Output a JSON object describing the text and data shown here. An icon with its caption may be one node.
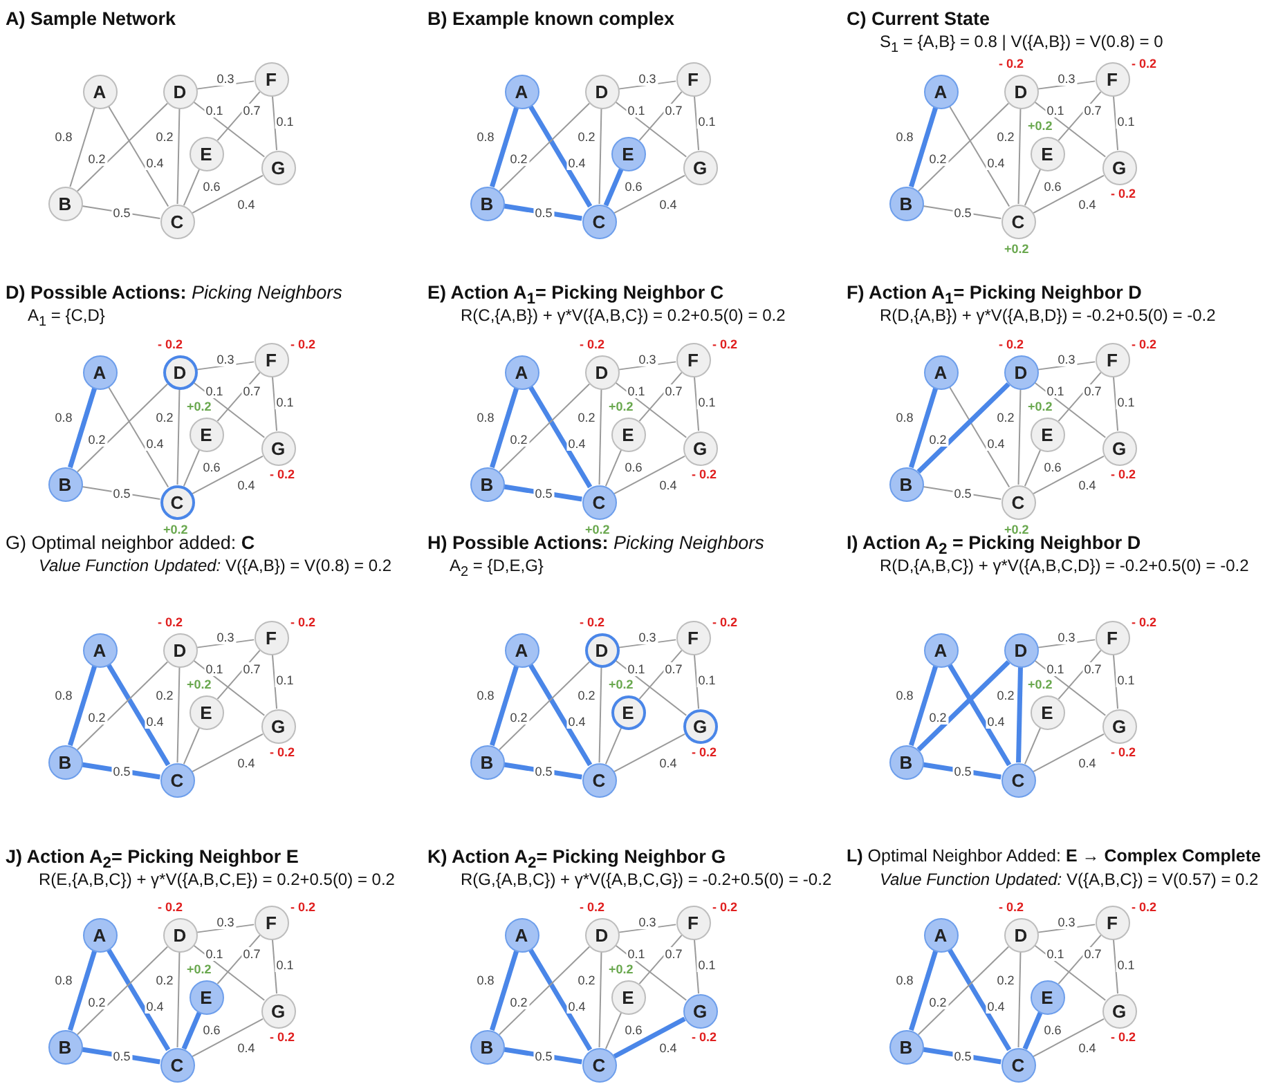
{
  "diagram": {
    "nodes": [
      {
        "text": [
          "A"
        ]
      },
      {
        "text": [
          "B"
        ]
      },
      {
        "text": [
          "C"
        ]
      },
      {
        "text": [
          "D"
        ]
      },
      {
        "text": [
          "E"
        ]
      },
      {
        "text": [
          "F"
        ]
      },
      {
        "text": [
          "G"
        ]
      },
      {
        "text": [
          "A"
        ]
      },
      {
        "text": [
          "B"
        ]
      },
      {
        "text": [
          "C"
        ]
      },
      {
        "text": [
          "D"
        ]
      },
      {
        "text": [
          "E"
        ]
      },
      {
        "text": [
          "F"
        ]
      },
      {
        "text": [
          "G"
        ]
      },
      {
        "text": [
          "A"
        ]
      },
      {
        "text": [
          "B"
        ]
      },
      {
        "text": [
          "C"
        ],
        "beside": [
          "+0.2"
        ]
      },
      {
        "text": [
          "D"
        ],
        "beside": [
          "- 0.2"
        ]
      },
      {
        "text": [
          "E"
        ],
        "beside": [
          "+0.2"
        ]
      },
      {
        "text": [
          "F"
        ],
        "beside": [
          "- 0.2"
        ]
      },
      {
        "text": [
          "G"
        ],
        "beside": [
          "- 0.2"
        ]
      },
      {
        "text": [
          "A"
        ]
      },
      {
        "text": [
          "B"
        ]
      },
      {
        "text": [
          "C"
        ],
        "beside": [
          "+0.2"
        ]
      },
      {
        "text": [
          "D"
        ],
        "beside": [
          "- 0.2"
        ]
      },
      {
        "text": [
          "E"
        ],
        "beside": [
          "+0.2"
        ]
      },
      {
        "text": [
          "F"
        ],
        "beside": [
          "- 0.2"
        ]
      },
      {
        "text": [
          "G"
        ],
        "beside": [
          "- 0.2"
        ]
      },
      {
        "text": [
          "A"
        ]
      },
      {
        "text": [
          "B"
        ]
      },
      {
        "text": [
          "C"
        ],
        "beside": [
          "+0.2"
        ]
      },
      {
        "text": [
          "D"
        ],
        "beside": [
          "- 0.2"
        ]
      },
      {
        "text": [
          "E"
        ],
        "beside": [
          "+0.2"
        ]
      },
      {
        "text": [
          "F"
        ],
        "beside": [
          "- 0.2"
        ]
      },
      {
        "text": [
          "G"
        ],
        "beside": [
          "- 0.2"
        ]
      },
      {
        "text": [
          "A"
        ]
      },
      {
        "text": [
          "B"
        ]
      },
      {
        "text": [
          "C"
        ],
        "beside": [
          "+0.2"
        ]
      },
      {
        "text": [
          "D"
        ],
        "beside": [
          "- 0.2"
        ]
      },
      {
        "text": [
          "E"
        ],
        "beside": [
          "+0.2"
        ]
      },
      {
        "text": [
          "F"
        ],
        "beside": [
          "- 0.2"
        ]
      },
      {
        "text": [
          "G"
        ],
        "beside": [
          "- 0.2"
        ]
      },
      {
        "text": [
          "A"
        ]
      },
      {
        "text": [
          "B"
        ]
      },
      {
        "text": [
          "C"
        ]
      },
      {
        "text": [
          "D"
        ],
        "beside": [
          "- 0.2"
        ]
      },
      {
        "text": [
          "E"
        ],
        "beside": [
          "+0.2"
        ]
      },
      {
        "text": [
          "F"
        ],
        "beside": [
          "- 0.2"
        ]
      },
      {
        "text": [
          "G"
        ],
        "beside": [
          "- 0.2"
        ]
      },
      {
        "text": [
          "A"
        ]
      },
      {
        "text": [
          "B"
        ]
      },
      {
        "text": [
          "C"
        ]
      },
      {
        "text": [
          "D"
        ],
        "beside": [
          "- 0.2"
        ]
      },
      {
        "text": [
          "E"
        ],
        "beside": [
          "+0.2"
        ]
      },
      {
        "text": [
          "F"
        ],
        "beside": [
          "- 0.2"
        ]
      },
      {
        "text": [
          "G"
        ],
        "beside": [
          "- 0.2"
        ]
      },
      {
        "text": [
          "A"
        ]
      },
      {
        "text": [
          "B"
        ]
      },
      {
        "text": [
          "C"
        ]
      },
      {
        "text": [
          "D"
        ]
      },
      {
        "text": [
          "E"
        ],
        "beside": [
          "+0.2"
        ]
      },
      {
        "text": [
          "F"
        ],
        "beside": [
          "- 0.2"
        ]
      },
      {
        "text": [
          "G"
        ],
        "beside": [
          "- 0.2"
        ]
      },
      {
        "text": [
          "A"
        ]
      },
      {
        "text": [
          "B"
        ]
      },
      {
        "text": [
          "C"
        ]
      },
      {
        "text": [
          "D"
        ],
        "beside": [
          "- 0.2"
        ]
      },
      {
        "text": [
          "E"
        ],
        "beside": [
          "+0.2"
        ]
      },
      {
        "text": [
          "F"
        ],
        "beside": [
          "- 0.2"
        ]
      },
      {
        "text": [
          "G"
        ],
        "beside": [
          "- 0.2"
        ]
      },
      {
        "text": [
          "A"
        ]
      },
      {
        "text": [
          "B"
        ]
      },
      {
        "text": [
          "C"
        ]
      },
      {
        "text": [
          "D"
        ],
        "beside": [
          "- 0.2"
        ]
      },
      {
        "text": [
          "E"
        ],
        "beside": [
          "+0.2"
        ]
      },
      {
        "text": [
          "F"
        ],
        "beside": [
          "- 0.2"
        ]
      },
      {
        "text": [
          "G"
        ],
        "beside": [
          "- 0.2"
        ]
      },
      {
        "text": [
          "A"
        ]
      },
      {
        "text": [
          "B"
        ]
      },
      {
        "text": [
          "C"
        ]
      },
      {
        "text": [
          "D"
        ],
        "beside": [
          "- 0.2"
        ]
      },
      {
        "text": [
          "E"
        ]
      },
      {
        "text": [
          "F"
        ],
        "beside": [
          "- 0.2"
        ]
      },
      {
        "text": [
          "G"
        ],
        "beside": [
          "- 0.2"
        ]
      }
    ],
    "edges": [
      {
        "from": 0,
        "to": 1,
        "arrow": "none",
        "label": "0.8"
      },
      {
        "from": 0,
        "to": 2,
        "arrow": "none",
        "label": "0.4"
      },
      {
        "from": 1,
        "to": 3,
        "arrow": "none",
        "label": "0.2"
      },
      {
        "from": 1,
        "to": 2,
        "arrow": "none",
        "label": "0.5"
      },
      {
        "from": 2,
        "to": 3,
        "arrow": "none",
        "label": "0.2"
      },
      {
        "from": 3,
        "to": 5,
        "arrow": "none",
        "label": "0.3"
      },
      {
        "from": 3,
        "to": 6,
        "arrow": "none",
        "label": "0.1"
      },
      {
        "from": 4,
        "to": 5,
        "arrow": "none",
        "label": "0.7"
      },
      {
        "from": 5,
        "to": 6,
        "arrow": "none",
        "label": "0.1"
      },
      {
        "from": 2,
        "to": 4,
        "arrow": "none",
        "label": "0.6"
      },
      {
        "from": 2,
        "to": 6,
        "arrow": "none",
        "label": "0.4"
      },
      {
        "from": 7,
        "to": 8,
        "arrow": "none",
        "label": "0.8",
        "style": "thick",
        "color": "#4a86e8"
      },
      {
        "from": 7,
        "to": 9,
        "arrow": "none",
        "label": "0.4",
        "style": "thick",
        "color": "#4a86e8"
      },
      {
        "from": 8,
        "to": 10,
        "arrow": "none",
        "label": "0.2"
      },
      {
        "from": 8,
        "to": 9,
        "arrow": "none",
        "label": "0.5",
        "style": "thick",
        "color": "#4a86e8"
      },
      {
        "from": 9,
        "to": 10,
        "arrow": "none",
        "label": "0.2"
      },
      {
        "from": 10,
        "to": 12,
        "arrow": "none",
        "label": "0.3"
      },
      {
        "from": 10,
        "to": 13,
        "arrow": "none",
        "label": "0.1"
      },
      {
        "from": 11,
        "to": 12,
        "arrow": "none",
        "label": "0.7"
      },
      {
        "from": 12,
        "to": 13,
        "arrow": "none",
        "label": "0.1"
      },
      {
        "from": 9,
        "to": 11,
        "arrow": "none",
        "label": "0.6",
        "style": "thick",
        "color": "#4a86e8"
      },
      {
        "from": 9,
        "to": 13,
        "arrow": "none",
        "label": "0.4"
      },
      {
        "from": 14,
        "to": 15,
        "arrow": "none",
        "label": "0.8",
        "style": "thick",
        "color": "#4a86e8"
      },
      {
        "from": 14,
        "to": 16,
        "arrow": "none",
        "label": "0.4"
      },
      {
        "from": 15,
        "to": 17,
        "arrow": "none",
        "label": "0.2"
      },
      {
        "from": 15,
        "to": 16,
        "arrow": "none",
        "label": "0.5"
      },
      {
        "from": 16,
        "to": 17,
        "arrow": "none",
        "label": "0.2"
      },
      {
        "from": 17,
        "to": 19,
        "arrow": "none",
        "label": "0.3"
      },
      {
        "from": 17,
        "to": 20,
        "arrow": "none",
        "label": "0.1"
      },
      {
        "from": 18,
        "to": 19,
        "arrow": "none",
        "label": "0.7"
      },
      {
        "from": 19,
        "to": 20,
        "arrow": "none",
        "label": "0.1"
      },
      {
        "from": 16,
        "to": 18,
        "arrow": "none",
        "label": "0.6"
      },
      {
        "from": 16,
        "to": 20,
        "arrow": "none",
        "label": "0.4"
      },
      {
        "from": 21,
        "to": 22,
        "arrow": "none",
        "label": "0.8",
        "style": "thick",
        "color": "#4a86e8"
      },
      {
        "from": 21,
        "to": 23,
        "arrow": "none",
        "label": "0.4"
      },
      {
        "from": 22,
        "to": 24,
        "arrow": "none",
        "label": "0.2"
      },
      {
        "from": 22,
        "to": 23,
        "arrow": "none",
        "label": "0.5"
      },
      {
        "from": 23,
        "to": 24,
        "arrow": "none",
        "label": "0.2"
      },
      {
        "from": 24,
        "to": 26,
        "arrow": "none",
        "label": "0.3"
      },
      {
        "from": 24,
        "to": 27,
        "arrow": "none",
        "label": "0.1"
      },
      {
        "from": 25,
        "to": 26,
        "arrow": "none",
        "label": "0.7"
      },
      {
        "from": 26,
        "to": 27,
        "arrow": "none",
        "label": "0.1"
      },
      {
        "from": 23,
        "to": 25,
        "arrow": "none",
        "label": "0.6"
      },
      {
        "from": 23,
        "to": 27,
        "arrow": "none",
        "label": "0.4"
      },
      {
        "from": 28,
        "to": 29,
        "arrow": "none",
        "label": "0.8",
        "style": "thick",
        "color": "#4a86e8"
      },
      {
        "from": 28,
        "to": 30,
        "arrow": "none",
        "label": "0.4",
        "style": "thick",
        "color": "#4a86e8"
      },
      {
        "from": 29,
        "to": 31,
        "arrow": "none",
        "label": "0.2"
      },
      {
        "from": 29,
        "to": 30,
        "arrow": "none",
        "label": "0.5",
        "style": "thick",
        "color": "#4a86e8"
      },
      {
        "from": 30,
        "to": 31,
        "arrow": "none",
        "label": "0.2"
      },
      {
        "from": 31,
        "to": 33,
        "arrow": "none",
        "label": "0.3"
      },
      {
        "from": 31,
        "to": 34,
        "arrow": "none",
        "label": "0.1"
      },
      {
        "from": 32,
        "to": 33,
        "arrow": "none",
        "label": "0.7"
      },
      {
        "from": 33,
        "to": 34,
        "arrow": "none",
        "label": "0.1"
      },
      {
        "from": 30,
        "to": 32,
        "arrow": "none",
        "label": "0.6"
      },
      {
        "from": 30,
        "to": 34,
        "arrow": "none",
        "label": "0.4"
      },
      {
        "from": 35,
        "to": 36,
        "arrow": "none",
        "label": "0.8",
        "style": "thick",
        "color": "#4a86e8"
      },
      {
        "from": 35,
        "to": 37,
        "arrow": "none",
        "label": "0.4"
      },
      {
        "from": 36,
        "to": 38,
        "arrow": "none",
        "label": "0.2",
        "style": "thick",
        "color": "#4a86e8"
      },
      {
        "from": 36,
        "to": 37,
        "arrow": "none",
        "label": "0.5"
      },
      {
        "from": 37,
        "to": 38,
        "arrow": "none",
        "label": "0.2"
      },
      {
        "from": 38,
        "to": 40,
        "arrow": "none",
        "label": "0.3"
      },
      {
        "from": 38,
        "to": 41,
        "arrow": "none",
        "label": "0.1"
      },
      {
        "from": 39,
        "to": 40,
        "arrow": "none",
        "label": "0.7"
      },
      {
        "from": 40,
        "to": 41,
        "arrow": "none",
        "label": "0.1"
      },
      {
        "from": 37,
        "to": 39,
        "arrow": "none",
        "label": "0.6"
      },
      {
        "from": 37,
        "to": 41,
        "arrow": "none",
        "label": "0.4"
      },
      {
        "from": 42,
        "to": 43,
        "arrow": "none",
        "label": "0.8",
        "style": "thick",
        "color": "#4a86e8"
      },
      {
        "from": 42,
        "to": 44,
        "arrow": "none",
        "label": "0.4",
        "style": "thick",
        "color": "#4a86e8"
      },
      {
        "from": 43,
        "to": 45,
        "arrow": "none",
        "label": "0.2"
      },
      {
        "from": 43,
        "to": 44,
        "arrow": "none",
        "label": "0.5",
        "style": "thick",
        "color": "#4a86e8"
      },
      {
        "from": 44,
        "to": 45,
        "arrow": "none",
        "label": "0.2"
      },
      {
        "from": 45,
        "to": 47,
        "arrow": "none",
        "label": "0.3"
      },
      {
        "from": 45,
        "to": 48,
        "arrow": "none",
        "label": "0.1"
      },
      {
        "from": 46,
        "to": 47,
        "arrow": "none",
        "label": "0.7"
      },
      {
        "from": 47,
        "to": 48,
        "arrow": "none",
        "label": "0.1"
      },
      {
        "from": 44,
        "to": 46,
        "arrow": "none"
      },
      {
        "from": 44,
        "to": 48,
        "arrow": "none",
        "label": "0.4"
      },
      {
        "from": 49,
        "to": 50,
        "arrow": "none",
        "label": "0.8",
        "style": "thick",
        "color": "#4a86e8"
      },
      {
        "from": 49,
        "to": 51,
        "arrow": "none",
        "label": "0.4",
        "style": "thick",
        "color": "#4a86e8"
      },
      {
        "from": 50,
        "to": 52,
        "arrow": "none",
        "label": "0.2"
      },
      {
        "from": 50,
        "to": 51,
        "arrow": "none",
        "label": "0.5",
        "style": "thick",
        "color": "#4a86e8"
      },
      {
        "from": 51,
        "to": 52,
        "arrow": "none",
        "label": "0.2"
      },
      {
        "from": 52,
        "to": 54,
        "arrow": "none",
        "label": "0.3"
      },
      {
        "from": 52,
        "to": 55,
        "arrow": "none",
        "label": "0.1"
      },
      {
        "from": 53,
        "to": 54,
        "arrow": "none",
        "label": "0.7"
      },
      {
        "from": 54,
        "to": 55,
        "arrow": "none",
        "label": "0.1"
      },
      {
        "from": 51,
        "to": 53,
        "arrow": "none"
      },
      {
        "from": 51,
        "to": 55,
        "arrow": "none",
        "label": "0.4"
      },
      {
        "from": 56,
        "to": 57,
        "arrow": "none",
        "label": "0.8",
        "style": "thick",
        "color": "#4a86e8"
      },
      {
        "from": 56,
        "to": 58,
        "arrow": "none",
        "label": "0.4",
        "style": "thick",
        "color": "#4a86e8"
      },
      {
        "from": 57,
        "to": 59,
        "arrow": "none",
        "label": "0.2",
        "style": "thick",
        "color": "#4a86e8"
      },
      {
        "from": 57,
        "to": 58,
        "arrow": "none",
        "label": "0.5",
        "style": "thick",
        "color": "#4a86e8"
      },
      {
        "from": 58,
        "to": 59,
        "arrow": "none",
        "label": "0.2",
        "style": "thick",
        "color": "#4a86e8"
      },
      {
        "from": 59,
        "to": 61,
        "arrow": "none",
        "label": "0.3"
      },
      {
        "from": 59,
        "to": 62,
        "arrow": "none",
        "label": "0.1"
      },
      {
        "from": 60,
        "to": 61,
        "arrow": "none",
        "label": "0.7"
      },
      {
        "from": 61,
        "to": 62,
        "arrow": "none",
        "label": "0.1"
      },
      {
        "from": 58,
        "to": 60,
        "arrow": "none"
      },
      {
        "from": 58,
        "to": 62,
        "arrow": "none",
        "label": "0.4"
      },
      {
        "from": 63,
        "to": 64,
        "arrow": "none",
        "label": "0.8",
        "style": "thick",
        "color": "#4a86e8"
      },
      {
        "from": 63,
        "to": 65,
        "arrow": "none",
        "label": "0.4",
        "style": "thick",
        "color": "#4a86e8"
      },
      {
        "from": 64,
        "to": 66,
        "arrow": "none",
        "label": "0.2"
      },
      {
        "from": 64,
        "to": 65,
        "arrow": "none",
        "label": "0.5",
        "style": "thick",
        "color": "#4a86e8"
      },
      {
        "from": 65,
        "to": 66,
        "arrow": "none",
        "label": "0.2"
      },
      {
        "from": 66,
        "to": 68,
        "arrow": "none",
        "label": "0.3"
      },
      {
        "from": 66,
        "to": 69,
        "arrow": "none",
        "label": "0.1"
      },
      {
        "from": 67,
        "to": 68,
        "arrow": "none",
        "label": "0.7"
      },
      {
        "from": 68,
        "to": 69,
        "arrow": "none",
        "label": "0.1"
      },
      {
        "from": 65,
        "to": 67,
        "arrow": "none",
        "label": "0.6",
        "style": "thick",
        "color": "#4a86e8"
      },
      {
        "from": 65,
        "to": 69,
        "arrow": "none",
        "label": "0.4"
      },
      {
        "from": 70,
        "to": 71,
        "arrow": "none",
        "label": "0.8",
        "style": "thick",
        "color": "#4a86e8"
      },
      {
        "from": 70,
        "to": 72,
        "arrow": "none",
        "label": "0.4",
        "style": "thick",
        "color": "#4a86e8"
      },
      {
        "from": 71,
        "to": 73,
        "arrow": "none",
        "label": "0.2"
      },
      {
        "from": 71,
        "to": 72,
        "arrow": "none",
        "label": "0.5",
        "style": "thick",
        "color": "#4a86e8"
      },
      {
        "from": 72,
        "to": 73,
        "arrow": "none",
        "label": "0.2"
      },
      {
        "from": 73,
        "to": 75,
        "arrow": "none",
        "label": "0.3"
      },
      {
        "from": 73,
        "to": 76,
        "arrow": "none",
        "label": "0.1"
      },
      {
        "from": 74,
        "to": 75,
        "arrow": "none",
        "label": "0.7"
      },
      {
        "from": 75,
        "to": 76,
        "arrow": "none",
        "label": "0.1"
      },
      {
        "from": 72,
        "to": 74,
        "arrow": "none",
        "label": "0.6"
      },
      {
        "from": 72,
        "to": 76,
        "arrow": "none",
        "label": "0.4",
        "style": "thick",
        "color": "#4a86e8"
      },
      {
        "from": 77,
        "to": 78,
        "arrow": "none",
        "label": "0.8",
        "style": "thick",
        "color": "#4a86e8"
      },
      {
        "from": 77,
        "to": 79,
        "arrow": "none",
        "label": "0.4",
        "style": "thick",
        "color": "#4a86e8"
      },
      {
        "from": 78,
        "to": 80,
        "arrow": "none",
        "label": "0.2"
      },
      {
        "from": 78,
        "to": 79,
        "arrow": "none",
        "label": "0.5",
        "style": "thick",
        "color": "#4a86e8"
      },
      {
        "from": 79,
        "to": 80,
        "arrow": "none",
        "label": "0.2"
      },
      {
        "from": 80,
        "to": 82,
        "arrow": "none",
        "label": "0.3"
      },
      {
        "from": 80,
        "to": 83,
        "arrow": "none",
        "label": "0.1"
      },
      {
        "from": 81,
        "to": 82,
        "arrow": "none",
        "label": "0.7"
      },
      {
        "from": 82,
        "to": 83,
        "arrow": "none",
        "label": "0.1"
      },
      {
        "from": 79,
        "to": 81,
        "arrow": "none",
        "label": "0.6",
        "style": "thick",
        "color": "#4a86e8"
      },
      {
        "from": 79,
        "to": 83,
        "arrow": "none",
        "label": "0.4"
      }
    ],
    "labels": [
      "A) Sample Network",
      "B) Example known complex",
      "C) Current State",
      "S$_{1}$ = {A,B} = 0.8 | V({A,B}) = V(0.8) = 0",
      "**D) Possible Actions:** *Picking Neighbors*",
      "A$_{1}$ = {C,D}",
      "E) Action A$_{1}$= Picking Neighbor C",
      "R(C,{A,B}) + γ*V({A,B,C}) = 0.2+0.5(0) = 0.2",
      "F) Action A$_{1}$= Picking Neighbor D",
      "R(D,{A,B}) + γ*V({A,B,D}) = -0.2+0.5(0) = -0.2",
      "G) Optimal neighbor added: **C**",
      "*Value Function Updated:* V({A,B}) = V(0.8) = 0.2",
      "**H) Possible Actions:** *Picking Neighbors*",
      "A$_{2}$ = {D,E,G}",
      "I) Action A$_{2}$ = Picking Neighbor D",
      "R(D,{A,B,C}) + γ*V({A,B,C,D}) = -0.2+0.5(0) = -0.2",
      "J) Action A$_{2}$= Picking Neighbor E",
      "R(E,{A,B,C}) + γ*V({A,B,C,E}) = 0.2+0.5(0) = 0.2",
      "K) Action A$_{2}$= Picking Neighbor G",
      "R(G,{A,B,C}) + γ*V({A,B,C,G}) = -0.2+0.5(0) = -0.2",
      "**L)** Optimal Neighbor Added: **E → Complex Complete**",
      "*Value Function Updated:* V({A,B,C}) = V(0.57) = 0.2"
    ]
  }
}
